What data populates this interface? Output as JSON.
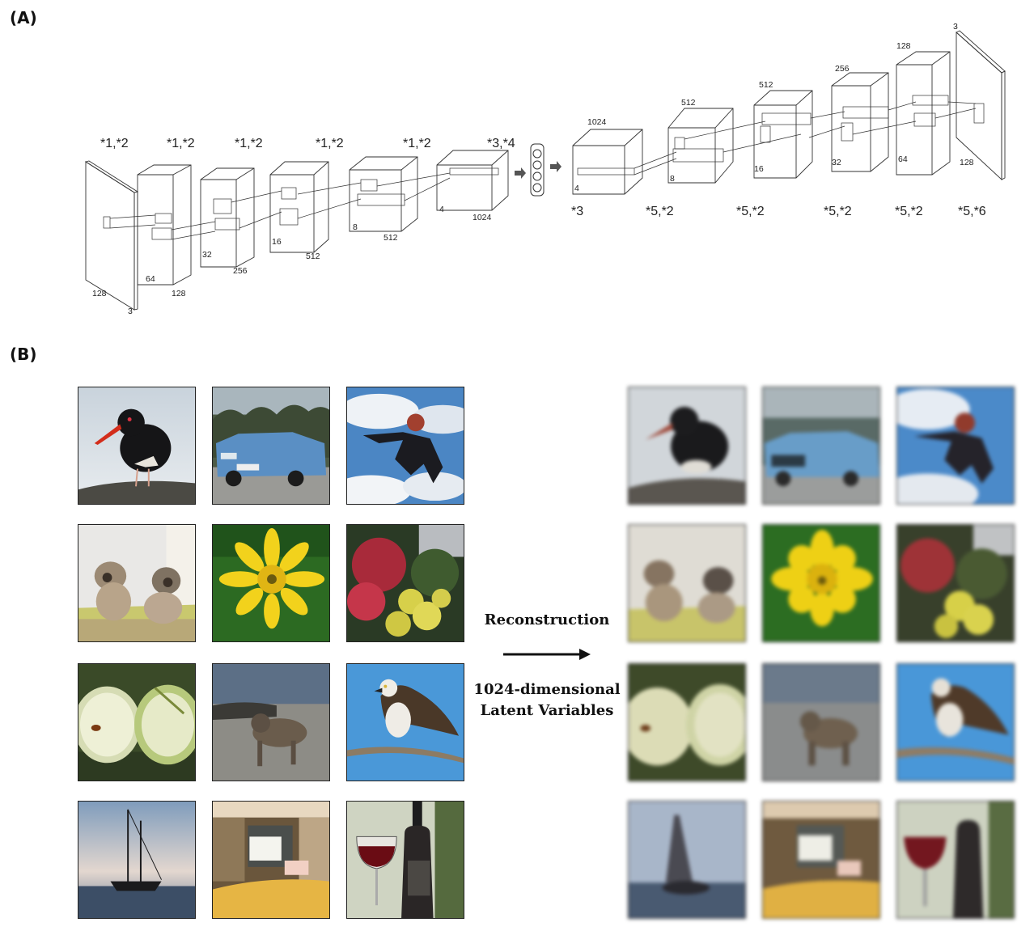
{
  "panels": {
    "a": "(A)",
    "b": "(B)"
  },
  "encoder": {
    "ops": [
      "*1,*2",
      "*1,*2",
      "*1,*2",
      "*1,*2",
      "*1,*2",
      "*3,*4"
    ],
    "dims": [
      {
        "side": "128",
        "depth": "3"
      },
      {
        "side": "64",
        "depth": "128"
      },
      {
        "side": "32",
        "depth": "256"
      },
      {
        "side": "16",
        "depth": "512"
      },
      {
        "side": "8",
        "depth": "512"
      },
      {
        "side": "4",
        "depth": "1024"
      }
    ]
  },
  "decoder": {
    "ops": [
      "*3",
      "*5,*2",
      "*5,*2",
      "*5,*2",
      "*5,*2",
      "*5,*6"
    ],
    "dims": [
      {
        "side": "4",
        "depth": "1024"
      },
      {
        "side": "8",
        "depth": "512"
      },
      {
        "side": "16",
        "depth": "512"
      },
      {
        "side": "32",
        "depth": "256"
      },
      {
        "side": "64",
        "depth": "128"
      },
      {
        "side": "128",
        "depth": "3"
      }
    ]
  },
  "reconstruction": {
    "label": "Reconstruction",
    "latent_line1": "1024-dimensional",
    "latent_line2": "Latent Variables"
  },
  "images": [
    {
      "subject": "oystercatcher"
    },
    {
      "subject": "blue-car"
    },
    {
      "subject": "jumping-man"
    },
    {
      "subject": "pug-puppies"
    },
    {
      "subject": "yellow-flower"
    },
    {
      "subject": "flower-bed"
    },
    {
      "subject": "apple-halves"
    },
    {
      "subject": "dog-on-shore"
    },
    {
      "subject": "osprey"
    },
    {
      "subject": "sailboat"
    },
    {
      "subject": "office-desk"
    },
    {
      "subject": "wine-glass-bottle"
    }
  ]
}
